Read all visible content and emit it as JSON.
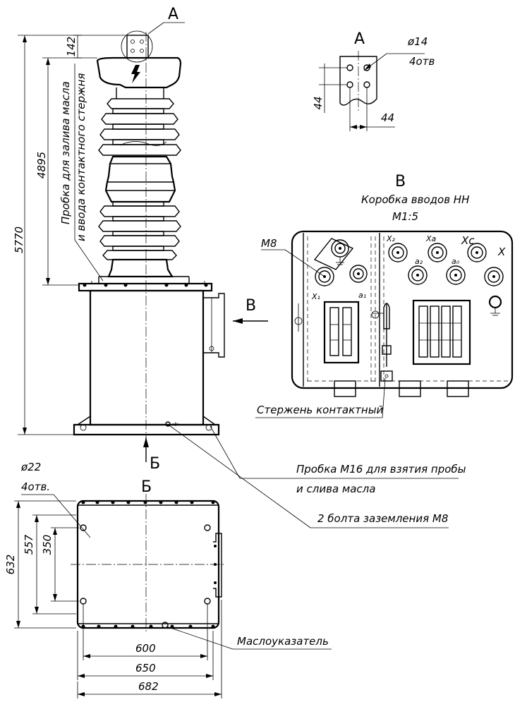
{
  "views": {
    "detail_a_tag": "А",
    "detail_a_title": "А",
    "view_v_arrow": "В",
    "view_v_title": "В",
    "view_v_subtitle": "Коробка вводов НН",
    "view_v_scale": "M1:5",
    "view_b_arrow": "Б",
    "view_b_title": "Б"
  },
  "dimensions": {
    "top_height": "142",
    "bushing_height": "4895",
    "total_height": "5770",
    "hole_pitch_v": "44",
    "hole_pitch_h": "44",
    "hole_diameter": "ø14",
    "hole_count": "4отв",
    "base_hole_diameter": "ø22",
    "base_hole_count": "4отв.",
    "base_632": "632",
    "base_557": "557",
    "base_350": "350",
    "base_600": "600",
    "base_650": "650",
    "base_682": "682"
  },
  "labels": {
    "oil_fill_plug_1": "Пробка для залива масла",
    "oil_fill_plug_2": "и ввода контактного стержня",
    "thread_m8": "M8",
    "contact_rod": "Стержень контактный",
    "sample_plug_1": "Пробка M16 для взятия пробы",
    "sample_plug_2": "и слива масла",
    "ground_bolts": "2 болта заземления M8",
    "oil_gauge": "Маслоуказатель"
  },
  "terminals": {
    "x1": "X₁",
    "a1": "a₁",
    "x2": "X₂",
    "xa": "Xа",
    "xc": "Xс",
    "x": "X",
    "a2": "a₂",
    "a0": "a₀"
  }
}
